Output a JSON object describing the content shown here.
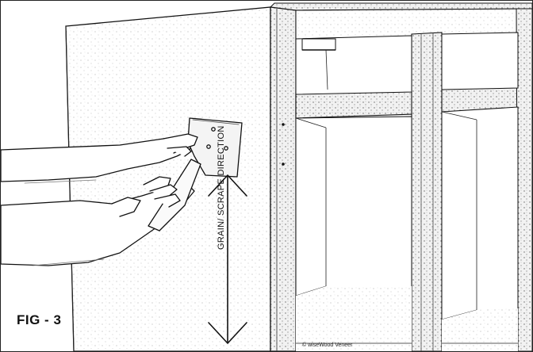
{
  "figure": {
    "label": "FIG - 3",
    "direction_label": "GRAIN/ SCRAPE DIRECTION",
    "credit": "© wiseWood Veneer"
  },
  "tools": {
    "scraper": "hand-scraper",
    "arrow": "double-headed-vertical-arrow"
  },
  "colors": {
    "ink": "#111111",
    "paper": "#ffffff",
    "shade": "#d9d9d9"
  }
}
